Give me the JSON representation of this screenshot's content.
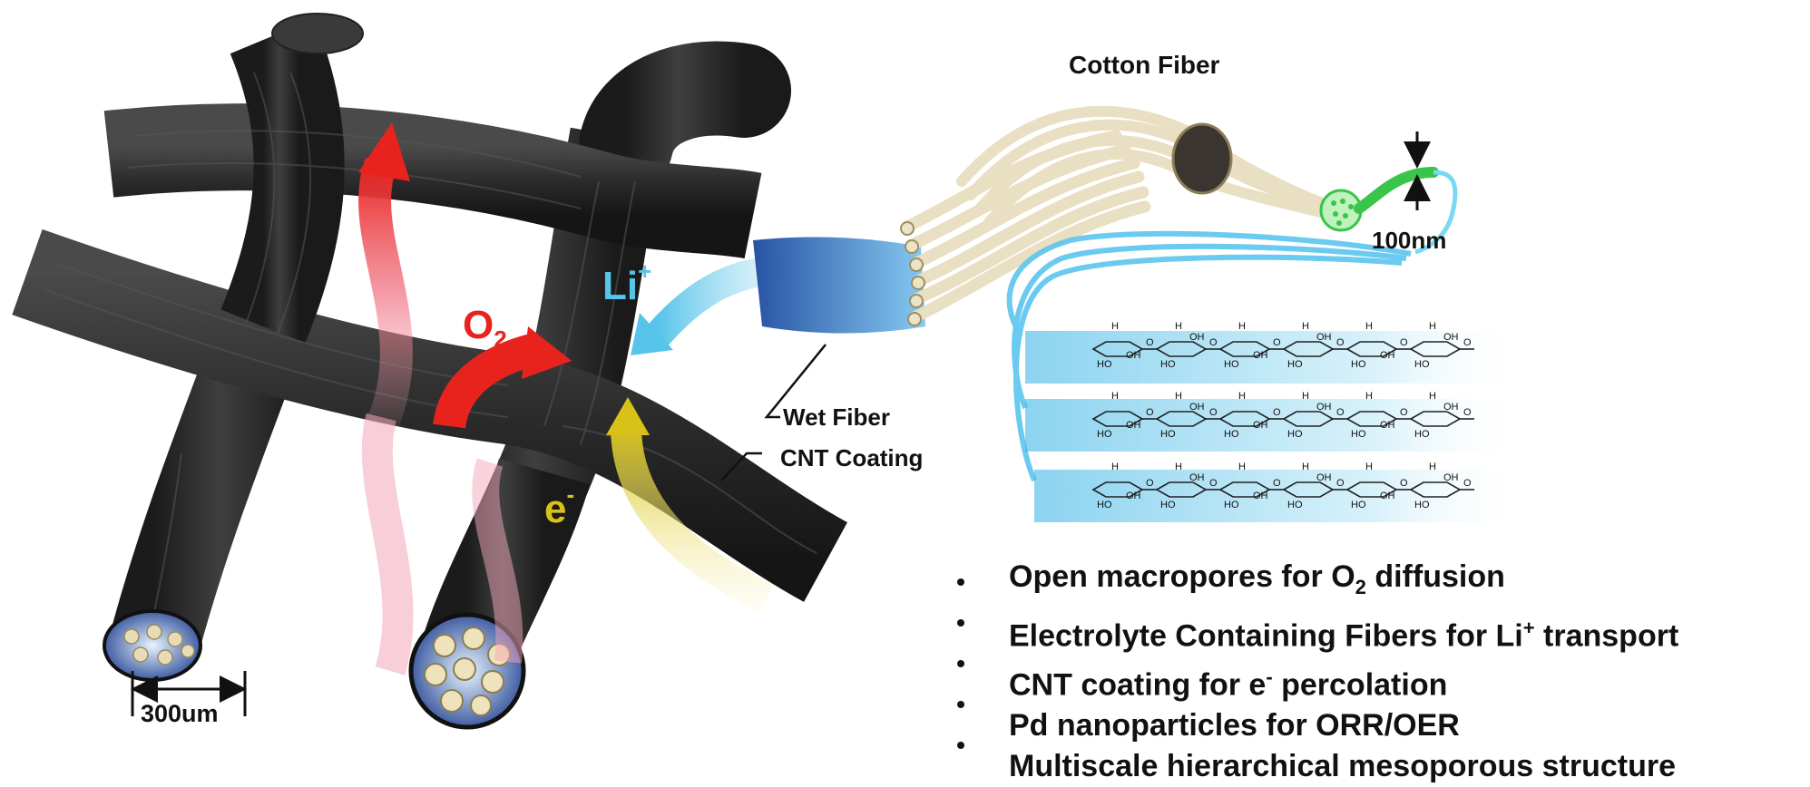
{
  "labels": {
    "cotton_fiber": "Cotton Fiber",
    "scale_100nm": "100nm",
    "wet_fiber": "Wet Fiber",
    "cnt_coating": "CNT Coating",
    "scale_300um": "300um",
    "li": "Li",
    "li_sup": "+",
    "o2": "O",
    "o2_sub": "2",
    "e": "e",
    "e_sup": "-"
  },
  "bullets": [
    {
      "pre": "Open macropores for O",
      "sub": "2",
      "post": " diffusion"
    },
    {
      "pre": "Electrolyte Containing Fibers for Li",
      "sup": "+",
      "post": " transport"
    },
    {
      "pre": "CNT coating for e",
      "sup": "-",
      "post": " percolation"
    },
    {
      "pre": "Pd nanoparticles for ORR/OER"
    },
    {
      "pre": "Multiscale hierarchical mesoporous structure"
    }
  ],
  "molecule_labels": [
    "H",
    "HO",
    "OH",
    "O"
  ],
  "colors": {
    "fiber": "#2d2d2d",
    "fiber_dark": "#1a1a1a",
    "o2_arrow": "#e8231e",
    "li_arrow": "#57c4ea",
    "e_arrow": "#d8c21a",
    "cotton": "#e9dfc2",
    "nano_green": "#39c44a",
    "cellulose_band": "#a6e0f2"
  }
}
